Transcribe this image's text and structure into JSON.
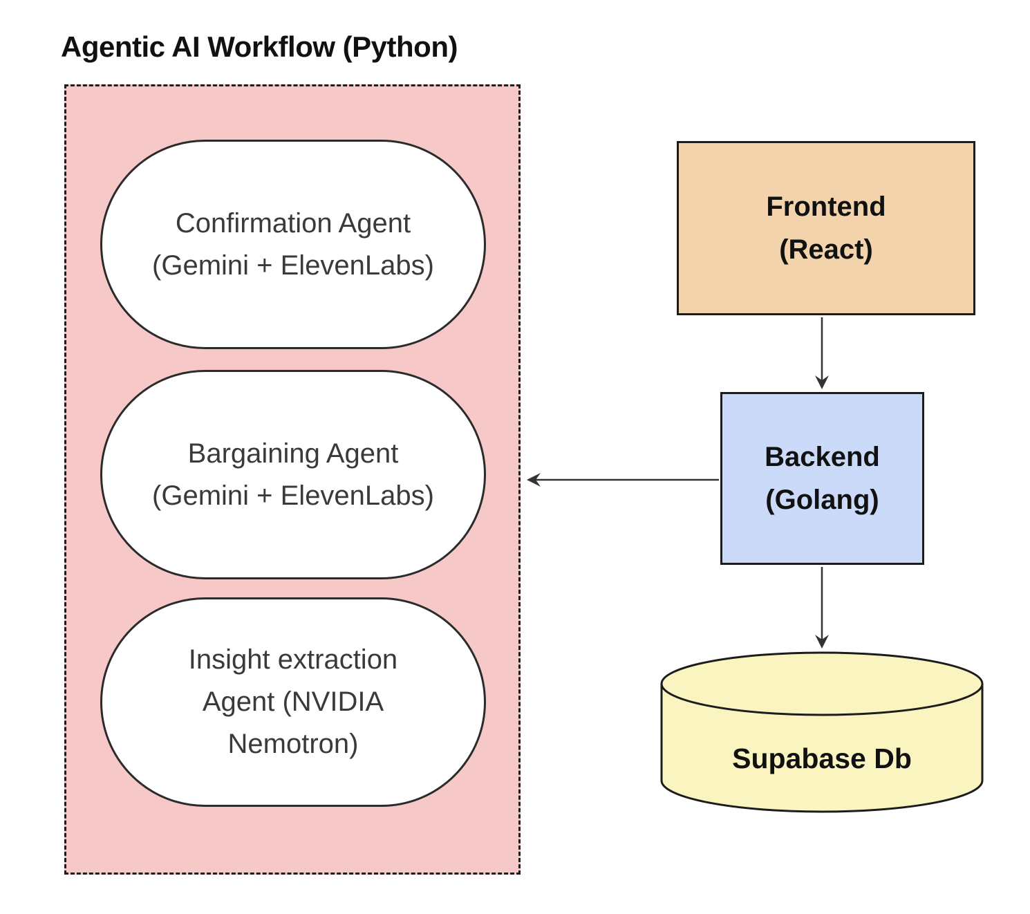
{
  "diagram": {
    "workflow_group": {
      "title": "Agentic AI Workflow (Python)",
      "agents": [
        {
          "id": "confirmation-agent",
          "lines": [
            "Confirmation Agent",
            "(Gemini + ElevenLabs)"
          ]
        },
        {
          "id": "bargaining-agent",
          "lines": [
            "Bargaining Agent",
            "(Gemini + ElevenLabs)"
          ]
        },
        {
          "id": "insight-extraction-agent",
          "lines": [
            "Insight extraction",
            "Agent (NVIDIA",
            "Nemotron)"
          ]
        }
      ]
    },
    "nodes": {
      "frontend": {
        "shape": "rectangle",
        "lines": [
          "Frontend",
          "(React)"
        ]
      },
      "backend": {
        "shape": "rectangle",
        "lines": [
          "Backend",
          "(Golang)"
        ]
      },
      "database": {
        "shape": "cylinder",
        "label": "Supabase Db"
      }
    },
    "edges": [
      {
        "from": "frontend",
        "to": "backend",
        "direction": "down"
      },
      {
        "from": "backend",
        "to": "database",
        "direction": "down"
      },
      {
        "from": "backend",
        "to": "agentic-workflow-group",
        "direction": "left"
      }
    ],
    "colors": {
      "group_fill": "#f6c8c8",
      "agent_fill": "#ffffff",
      "frontend_fill": "#f2d3ab",
      "backend_fill": "#cbdaf9",
      "database_fill": "#faf5c0",
      "border": "#1c1c1c",
      "edge": "#333333",
      "title_text": "#111111",
      "agent_text": "#3a3a3a"
    }
  }
}
